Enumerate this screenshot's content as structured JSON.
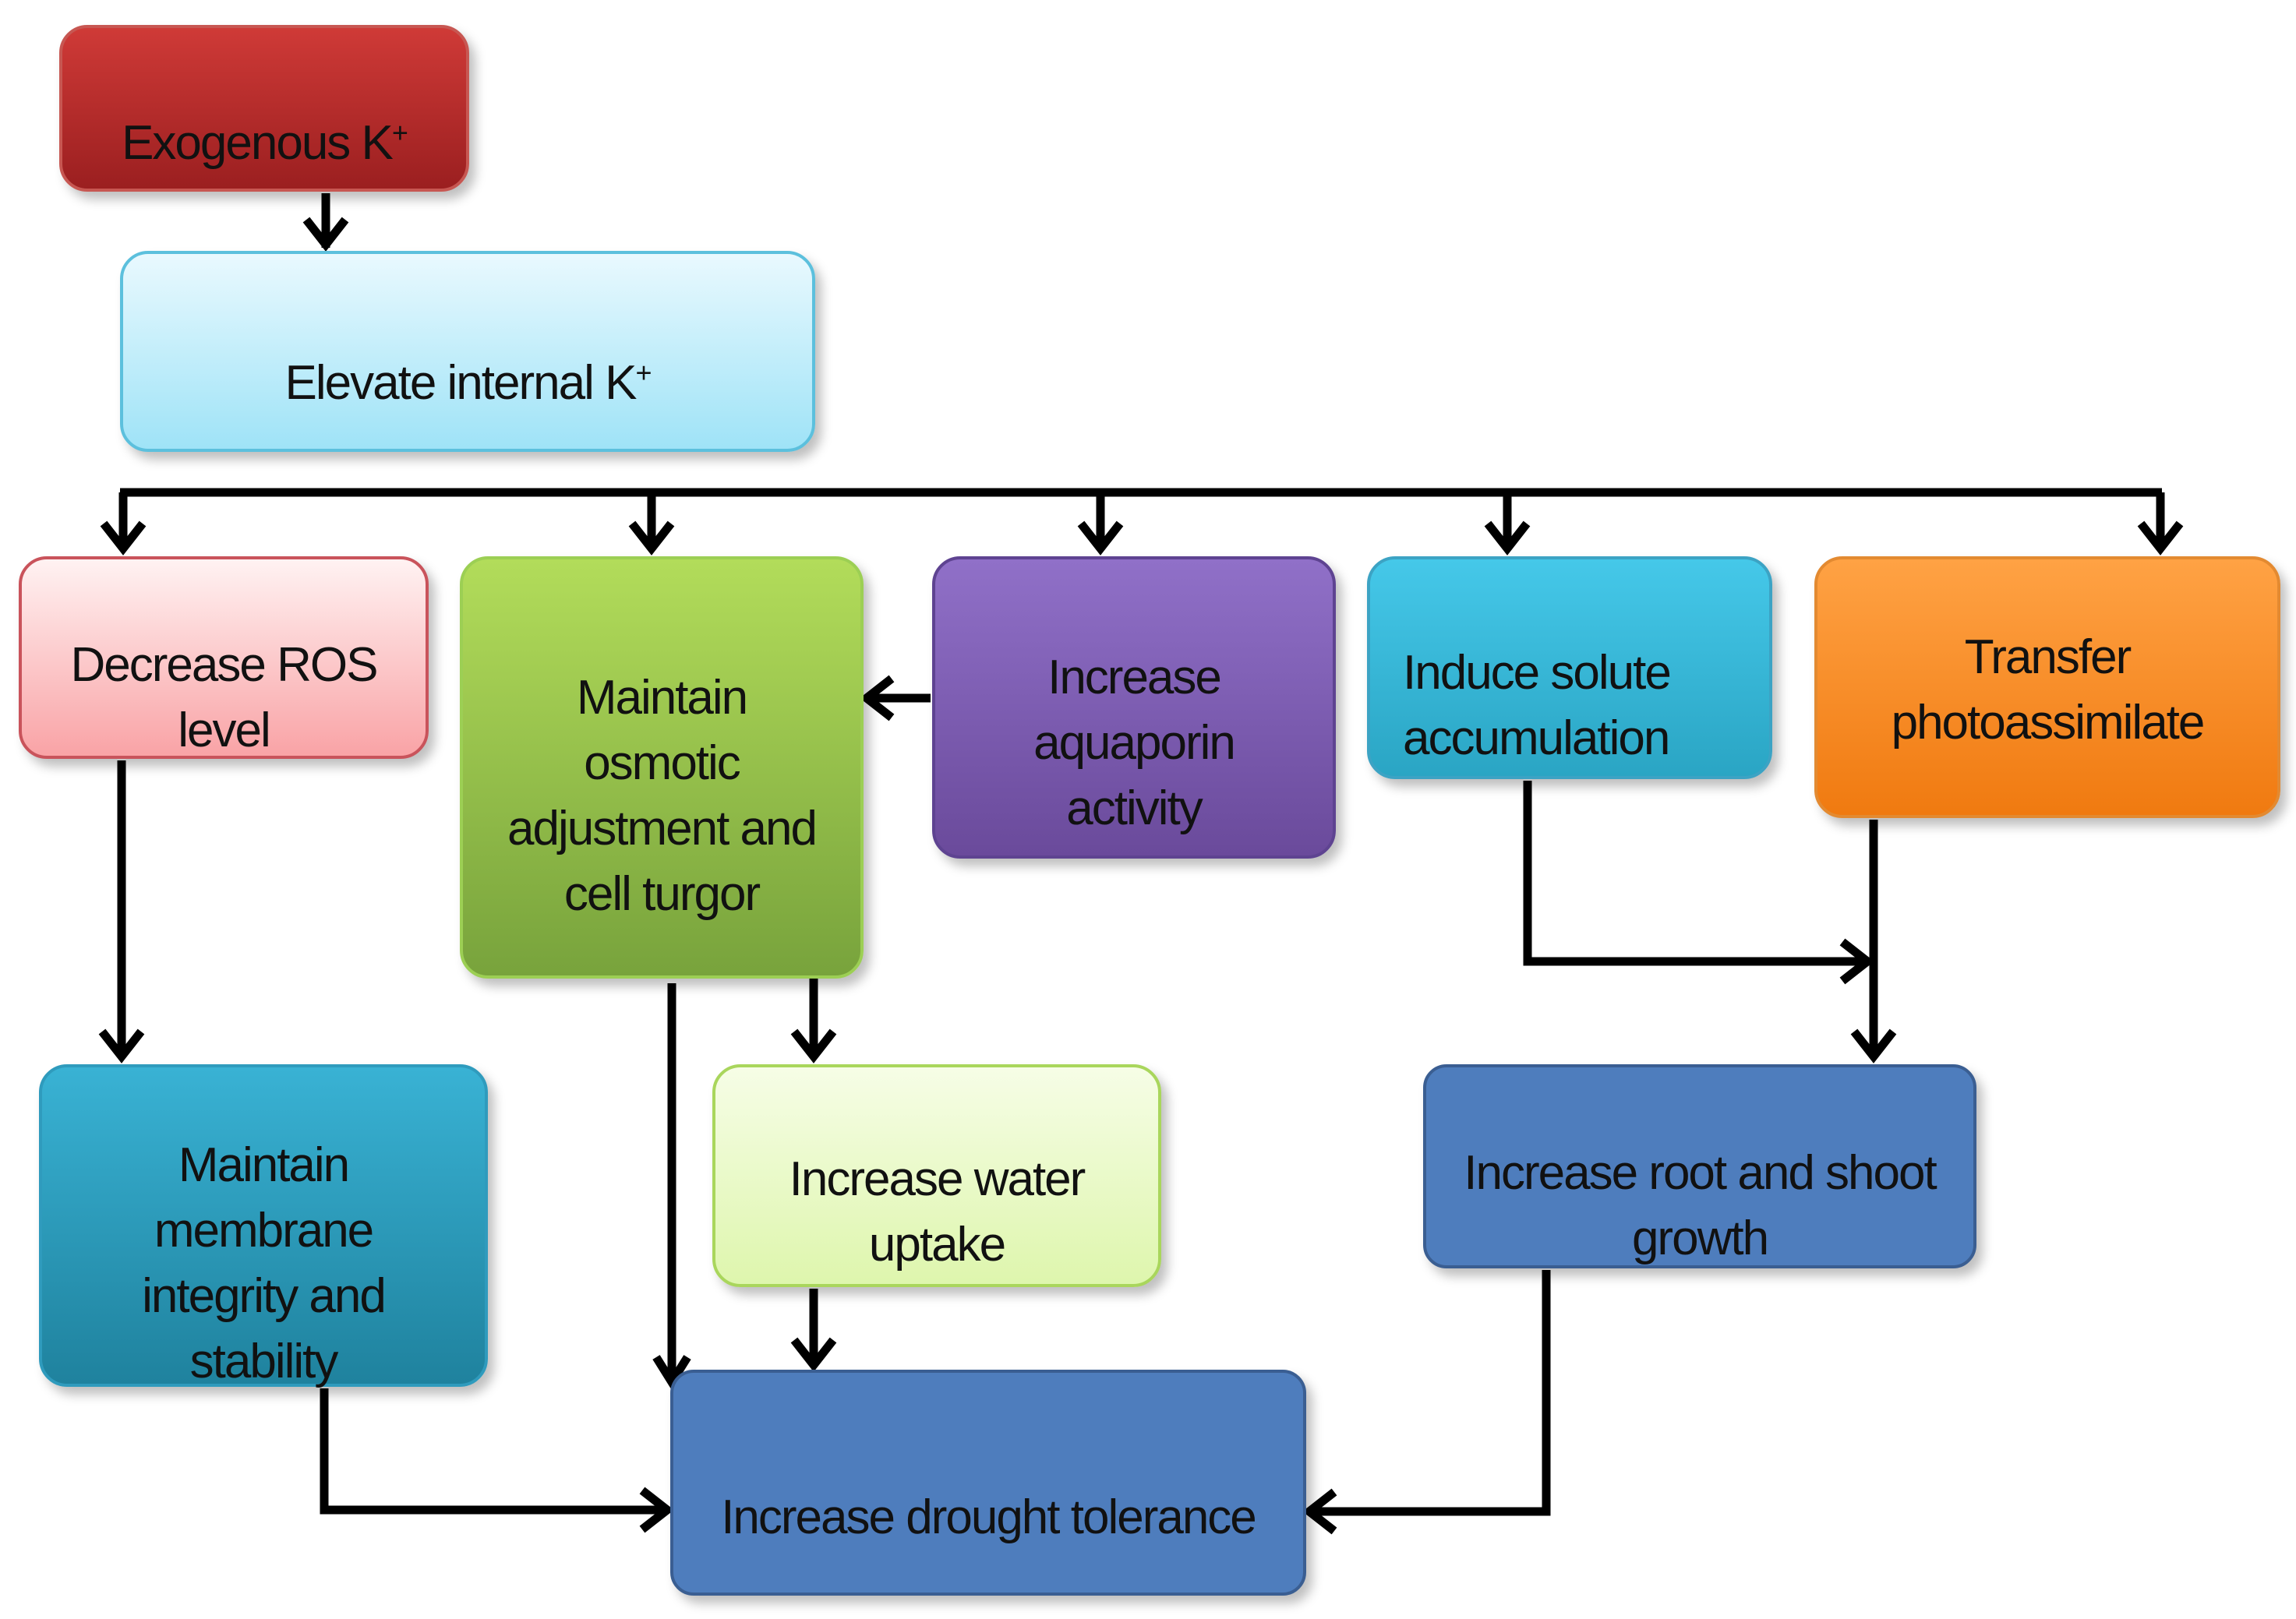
{
  "diagram": {
    "type": "flowchart",
    "nodes": {
      "exogenous": "Exogenous K",
      "elevate": "Elevate internal K",
      "decrease_ros": "Decrease ROS\nlevel",
      "osmotic": "Maintain\nosmotic\nadjustment and\ncell turgor",
      "aquaporin": "Increase\naquaporin\nactivity",
      "solute": "Induce solute\naccumulation",
      "photo": "Transfer\nphotoassimilate",
      "membrane": "Maintain\nmembrane\nintegrity and\nstability",
      "water": "Increase water\nuptake",
      "root": "Increase root and shoot\ngrowth",
      "drought": "Increase drought tolerance"
    },
    "superscript": "+",
    "edges": [
      [
        "exogenous",
        "elevate"
      ],
      [
        "elevate",
        "decrease_ros"
      ],
      [
        "elevate",
        "osmotic"
      ],
      [
        "elevate",
        "aquaporin"
      ],
      [
        "elevate",
        "solute"
      ],
      [
        "elevate",
        "photo"
      ],
      [
        "aquaporin",
        "osmotic"
      ],
      [
        "decrease_ros",
        "membrane"
      ],
      [
        "osmotic",
        "water"
      ],
      [
        "osmotic",
        "drought"
      ],
      [
        "water",
        "drought"
      ],
      [
        "membrane",
        "drought"
      ],
      [
        "solute",
        "root"
      ],
      [
        "photo",
        "root"
      ],
      [
        "root",
        "drought"
      ]
    ]
  },
  "colors": {
    "arrow": "#000000",
    "exogenous": "#b32c2b",
    "elevate": "#bdeefb",
    "decrease_ros": "#fbc4c6",
    "osmotic": "#95c24b",
    "aquaporin": "#7a5ab3",
    "solute": "#33b7d8",
    "photo": "#f88d27",
    "membrane": "#2b9abb",
    "water": "#eafad0",
    "root": "#4e7dbd",
    "drought": "#4e7dbd"
  }
}
